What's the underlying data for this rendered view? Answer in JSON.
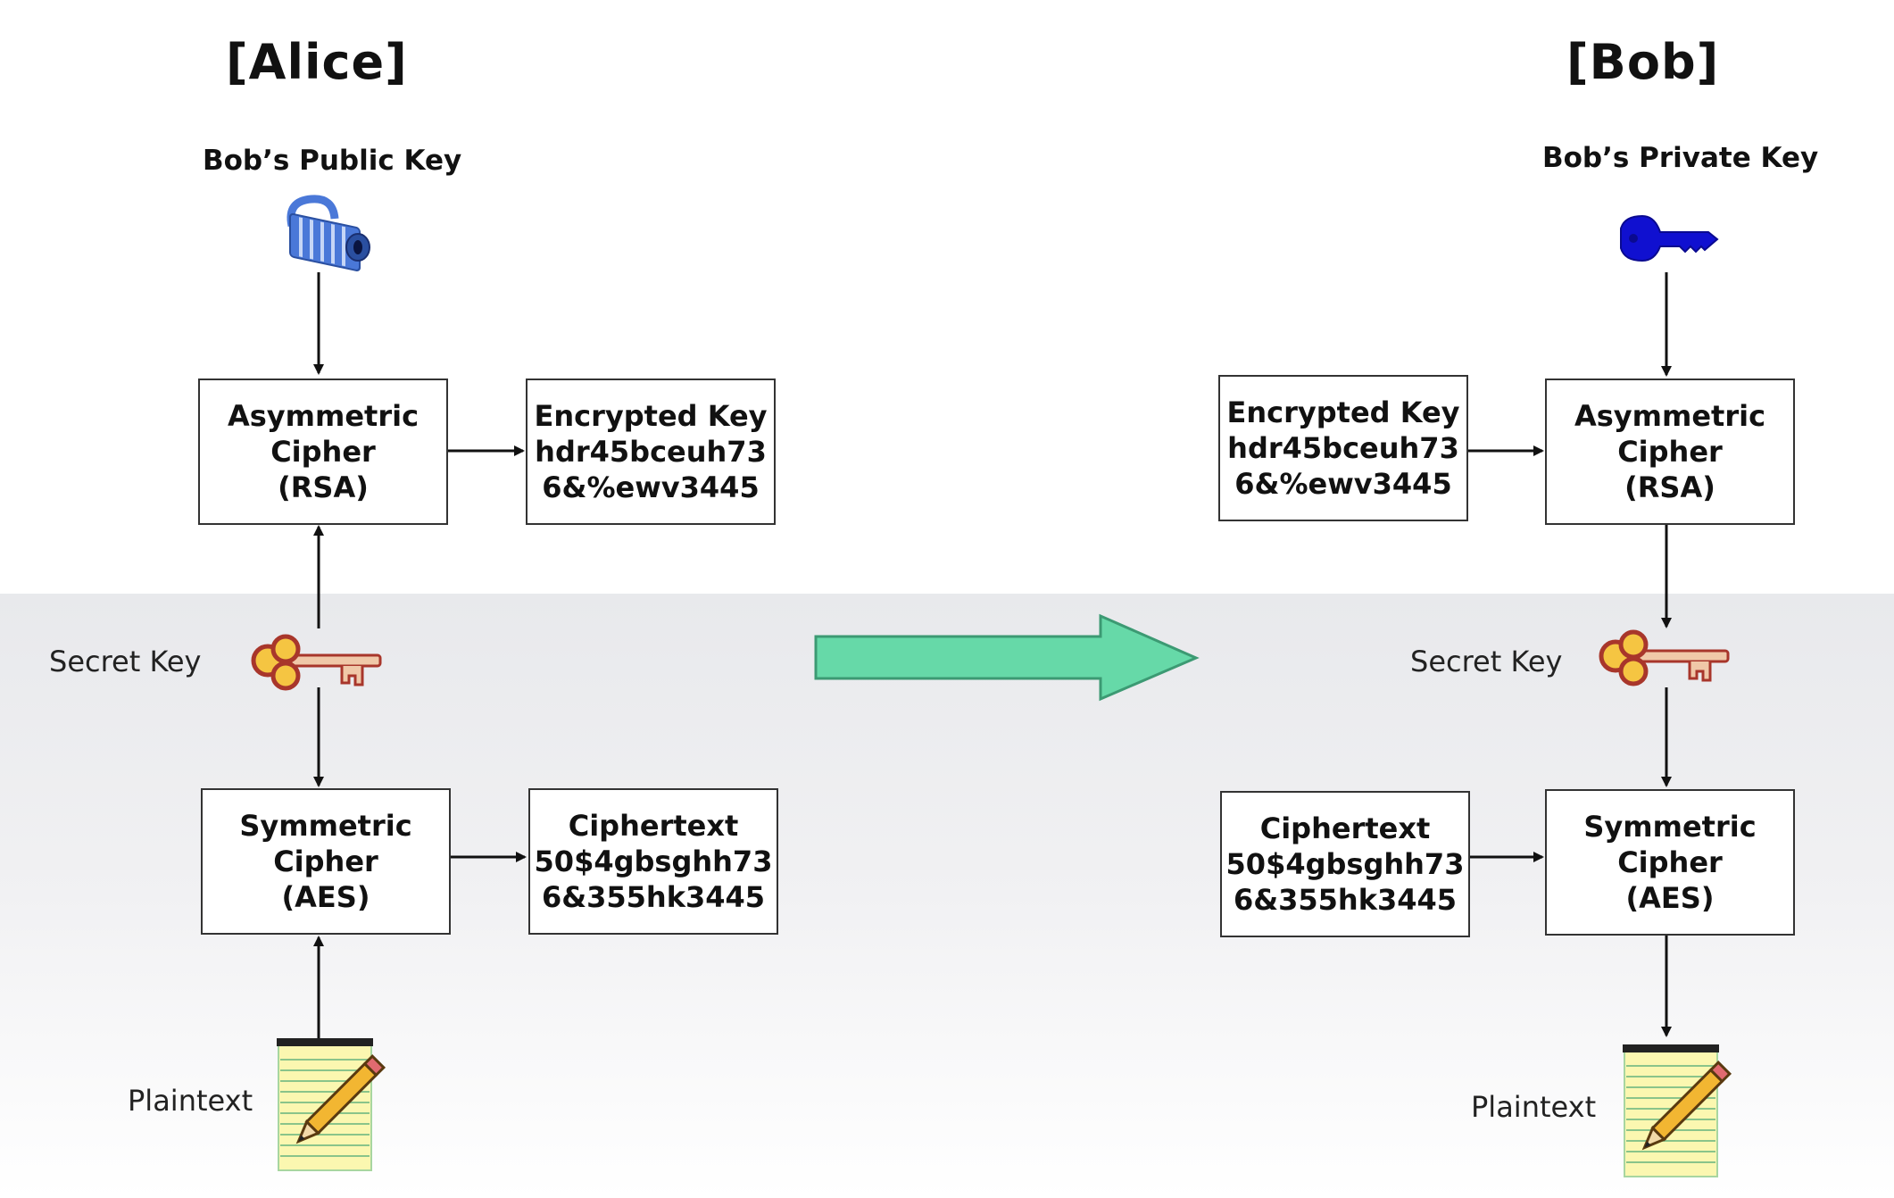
{
  "alice": {
    "heading": "[Alice]",
    "public_key_label": "Bob’s Public Key",
    "asym_cipher": {
      "line1": "Asymmetric",
      "line2": "Cipher",
      "line3": "(RSA)"
    },
    "encrypted_key": {
      "line1": "Encrypted Key",
      "line2": "hdr45bceuh73",
      "line3": "6&%ewv3445"
    },
    "secret_key_label": "Secret Key",
    "sym_cipher": {
      "line1": "Symmetric",
      "line2": "Cipher",
      "line3": "(AES)"
    },
    "ciphertext": {
      "line1": "Ciphertext",
      "line2": "50$4gbsghh73",
      "line3": "6&355hk3445"
    },
    "plaintext_label": "Plaintext"
  },
  "bob": {
    "heading": "[Bob]",
    "private_key_label": "Bob’s Private Key",
    "asym_cipher": {
      "line1": "Asymmetric",
      "line2": "Cipher",
      "line3": "(RSA)"
    },
    "encrypted_key": {
      "line1": "Encrypted Key",
      "line2": "hdr45bceuh73",
      "line3": "6&%ewv3445"
    },
    "secret_key_label": "Secret Key",
    "sym_cipher": {
      "line1": "Symmetric",
      "line2": "Cipher",
      "line3": "(AES)"
    },
    "ciphertext": {
      "line1": "Ciphertext",
      "line2": "50$4gbsghh73",
      "line3": "6&355hk3445"
    },
    "plaintext_label": "Plaintext"
  },
  "icons": {
    "padlock": "padlock-icon",
    "private_key": "blue-key-icon",
    "secret_key": "gold-key-icon",
    "plaintext": "notepad-pencil-icon",
    "transfer_arrow": "green-arrow-icon"
  },
  "colors": {
    "transfer_arrow": "#66d9a8",
    "padlock": "#4a78d8",
    "private_key": "#1010d0",
    "secret_key_ring": "#f5c542",
    "secret_key_outline": "#a8362b",
    "notepad": "#fbf7b0",
    "band": "#eaebee"
  }
}
